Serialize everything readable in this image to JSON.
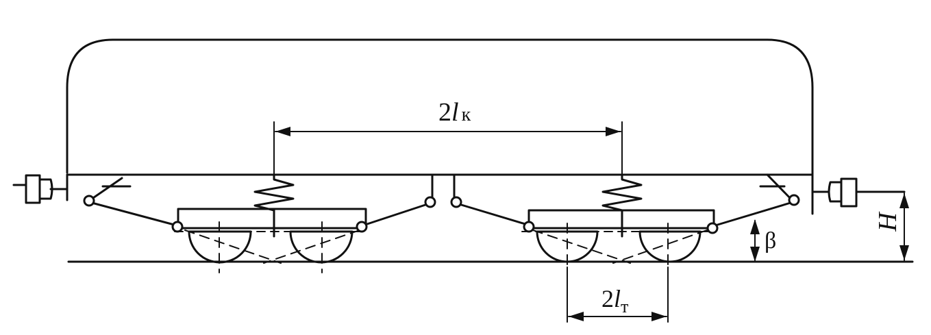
{
  "labels": {
    "car_base_prefix": "2",
    "car_base_var": "l",
    "car_base_sub": "к",
    "bogie_base_prefix": "2",
    "bogie_base_var": "l",
    "bogie_base_sub": "т",
    "angle": "β",
    "height": "H"
  },
  "colors": {
    "ink": "#111111",
    "background": "#ffffff"
  }
}
